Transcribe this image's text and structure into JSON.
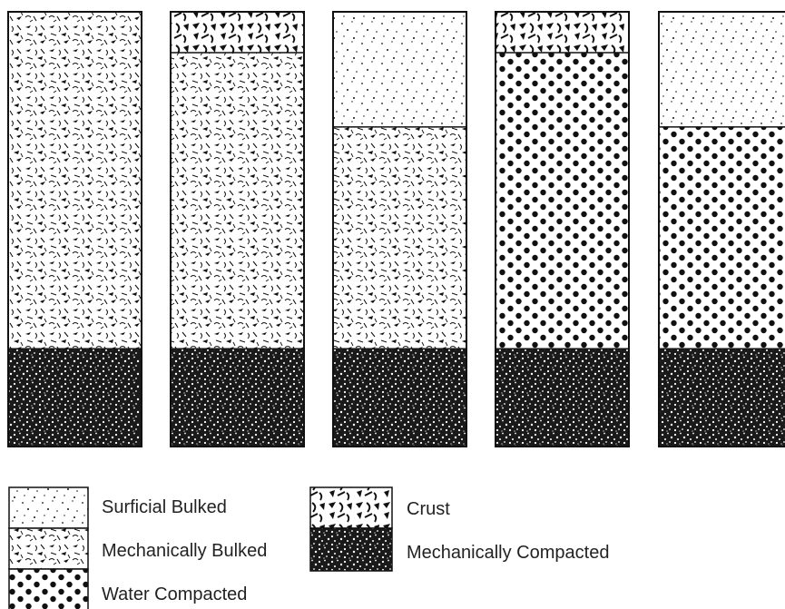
{
  "colors": {
    "ink": "#111111",
    "background": "#ffffff"
  },
  "layer_types": {
    "surficial_bulked": {
      "pattern": "sparse-dots"
    },
    "mechanically_bulked": {
      "pattern": "fine-flakes"
    },
    "water_compacted": {
      "pattern": "large-dots"
    },
    "crust": {
      "pattern": "coarse-flakes"
    },
    "mechanically_compacted": {
      "pattern": "dense-speckle"
    }
  },
  "columns": [
    {
      "layers": [
        {
          "type": "mechanically_bulked",
          "fraction": 0.775
        },
        {
          "type": "mechanically_compacted",
          "fraction": 0.225
        }
      ]
    },
    {
      "layers": [
        {
          "type": "crust",
          "fraction": 0.094
        },
        {
          "type": "mechanically_bulked",
          "fraction": 0.681
        },
        {
          "type": "mechanically_compacted",
          "fraction": 0.225
        }
      ]
    },
    {
      "layers": [
        {
          "type": "surficial_bulked",
          "fraction": 0.265
        },
        {
          "type": "mechanically_bulked",
          "fraction": 0.51
        },
        {
          "type": "mechanically_compacted",
          "fraction": 0.225
        }
      ]
    },
    {
      "layers": [
        {
          "type": "crust",
          "fraction": 0.094
        },
        {
          "type": "water_compacted",
          "fraction": 0.681
        },
        {
          "type": "mechanically_compacted",
          "fraction": 0.225
        }
      ]
    },
    {
      "layers": [
        {
          "type": "surficial_bulked",
          "fraction": 0.265
        },
        {
          "type": "water_compacted",
          "fraction": 0.51
        },
        {
          "type": "mechanically_compacted",
          "fraction": 0.225
        }
      ]
    }
  ],
  "legend": {
    "surficial_bulked": "Surficial Bulked",
    "mechanically_bulked": "Mechanically Bulked",
    "water_compacted": "Water Compacted",
    "crust": "Crust",
    "mechanically_compacted": "Mechanically Compacted"
  }
}
